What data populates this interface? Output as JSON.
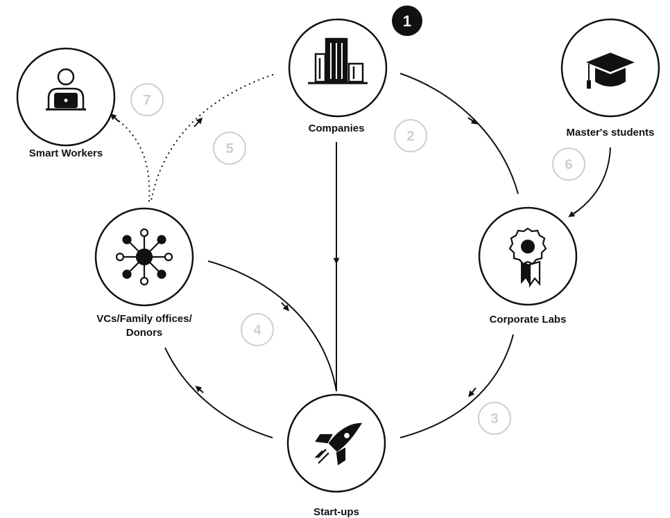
{
  "nodes": {
    "companies": {
      "label": "Companies",
      "icon": "buildings-icon"
    },
    "masters_students": {
      "label": "Master's students",
      "icon": "graduation-cap-icon"
    },
    "smart_workers": {
      "label": "Smart Workers",
      "icon": "person-laptop-icon"
    },
    "vcs": {
      "label_line1": "VCs/Family offices/",
      "label_line2": "Donors",
      "icon": "network-hub-icon"
    },
    "corporate_labs": {
      "label": "Corporate Labs",
      "icon": "award-ribbon-icon"
    },
    "startups": {
      "label": "Start-ups",
      "icon": "rocket-icon"
    }
  },
  "steps": {
    "s1": "1",
    "s2": "2",
    "s3": "3",
    "s4": "4",
    "s5": "5",
    "s6": "6",
    "s7": "7"
  },
  "colors": {
    "stroke": "#111111",
    "step_inactive": "#cfcfcf",
    "step_active": "#111111"
  }
}
